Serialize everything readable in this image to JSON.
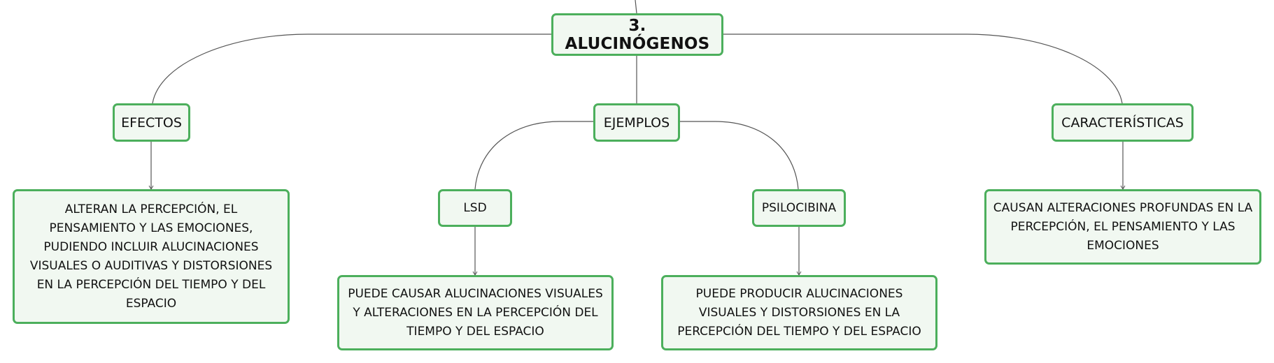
{
  "map": {
    "root": {
      "label": "3. ALUCINÓGENOS"
    },
    "efectos": {
      "label": "EFECTOS",
      "detail": "ALTERAN LA PERCEPCIÓN, EL PENSAMIENTO Y LAS EMOCIONES, PUDIENDO INCLUIR ALUCINACIONES VISUALES O AUDITIVAS Y DISTORSIONES EN LA PERCEPCIÓN DEL TIEMPO Y DEL ESPACIO"
    },
    "ejemplos": {
      "label": "EJEMPLOS",
      "items": [
        {
          "label": "LSD",
          "detail": "PUEDE CAUSAR ALUCINACIONES VISUALES Y ALTERACIONES EN LA PERCEPCIÓN DEL TIEMPO Y DEL ESPACIO"
        },
        {
          "label": "PSILOCIBINA",
          "detail": "PUEDE PRODUCIR ALUCINACIONES VISUALES Y DISTORSIONES EN LA PERCEPCIÓN DEL TIEMPO Y DEL ESPACIO"
        }
      ]
    },
    "caracteristicas": {
      "label": "CARACTERÍSTICAS",
      "detail": "CAUSAN ALTERACIONES PROFUNDAS EN LA PERCEPCIÓN, EL PENSAMIENTO Y LAS EMOCIONES"
    }
  },
  "colors": {
    "node_border": "#4caf5c",
    "node_fill": "#f1f8f1",
    "connector": "#555555"
  }
}
